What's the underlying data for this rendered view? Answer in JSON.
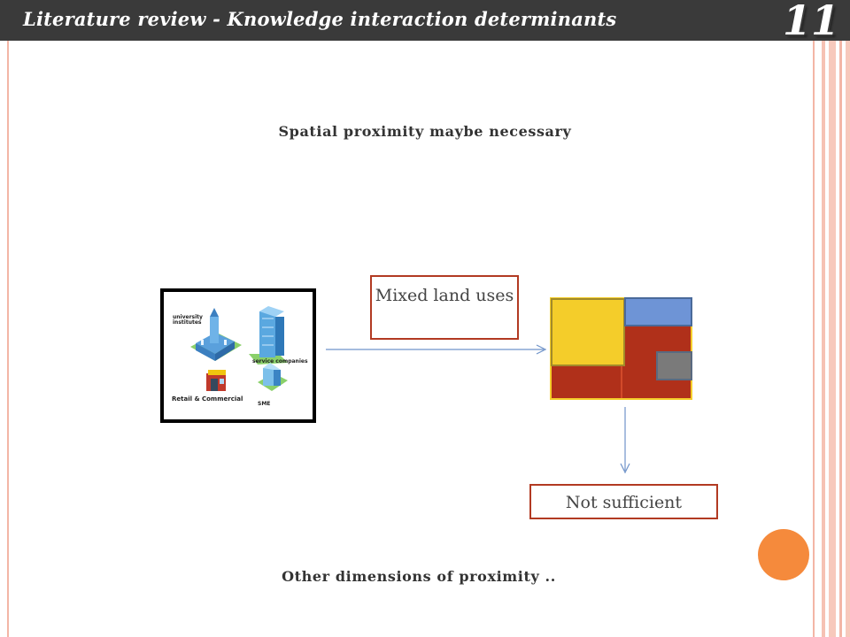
{
  "header": {
    "title": "Literature review - Knowledge interaction determinants",
    "slide_number": "11"
  },
  "captions": {
    "top": "Spatial proximity maybe necessary",
    "bottom": "Other dimensions of proximity .."
  },
  "diagram": {
    "mixed_land_uses_label": "Mixed land uses",
    "not_sufficient_label": "Not sufficient",
    "firm_types": {
      "university": "university institutes",
      "service": "service companies",
      "retail": "Retail & Commercial",
      "sme": "SME"
    }
  },
  "colors": {
    "header_bg": "#3a3a3a",
    "box_border": "#b23a22",
    "block_red": "#b0301a",
    "block_yellow": "#f4cd2a",
    "block_blue": "#6e94d6",
    "block_gray": "#7a7a7a",
    "arrow": "#6f93c9",
    "accent_circle": "#f58a3c"
  }
}
